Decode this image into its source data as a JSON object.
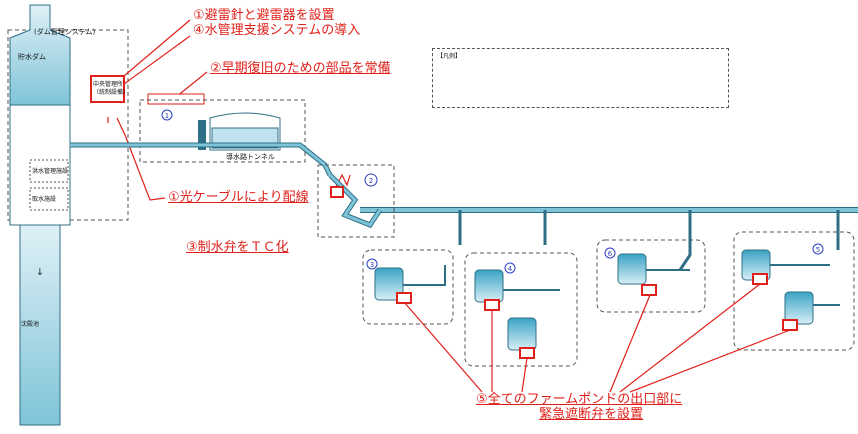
{
  "callouts": {
    "c1a": "①避雷針と避雷器を設置",
    "c4": "④水管理支援システムの導入",
    "c2": "②早期復旧のための部品を常備",
    "c1b": "①光ケーブルにより配線",
    "c3": "③制水弁をＴＣ化",
    "c5_line1": "⑤全てのファームポンドの出口部に",
    "c5_line2": "緊急遮断弁を設置"
  },
  "labels": {
    "dam_system": "(ダム管理システム)",
    "dam_upper": "貯水ダム",
    "dam_lower": "沈殿池",
    "central_mgmt": "中央管理所\n（統制設備）",
    "flood_gate": "洪水管理施設",
    "intake": "取水施設",
    "tunnel": "導水路トンネル",
    "legend_title": "【凡例】"
  },
  "colors": {
    "callout": "#e0201a",
    "pipe": "#7fc4d8",
    "pipe_stroke": "#2f6f86",
    "tank_top": "#3aa3c4",
    "tank_bottom": "#d8eff6",
    "dashed": "#555555",
    "badge": "#2a3fbf"
  }
}
